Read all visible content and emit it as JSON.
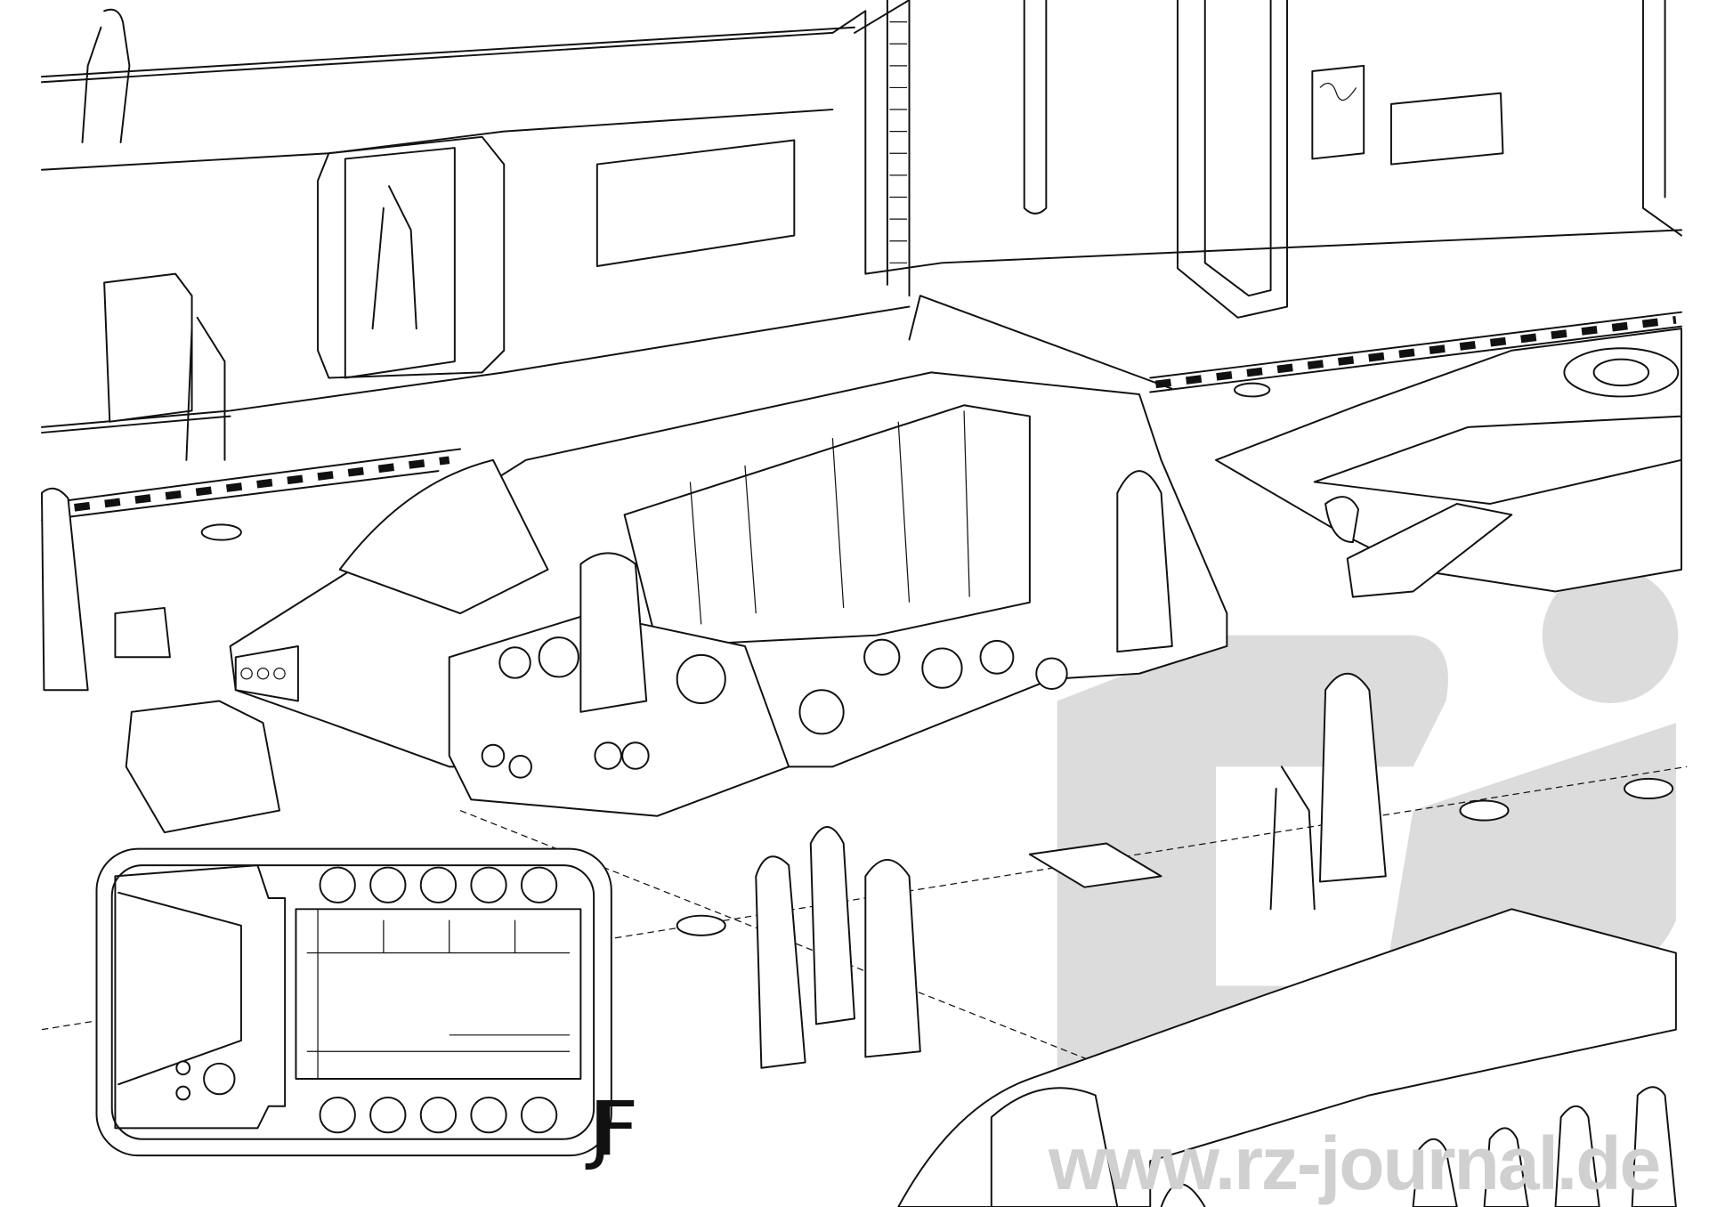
{
  "illustration": {
    "watermark_text": "www.rz-journal.de",
    "watermark_logo": "rz",
    "signature": "JF"
  },
  "colors": {
    "ink": "#111111",
    "watermark": "#d9d9d9",
    "paper": "#ffffff"
  }
}
